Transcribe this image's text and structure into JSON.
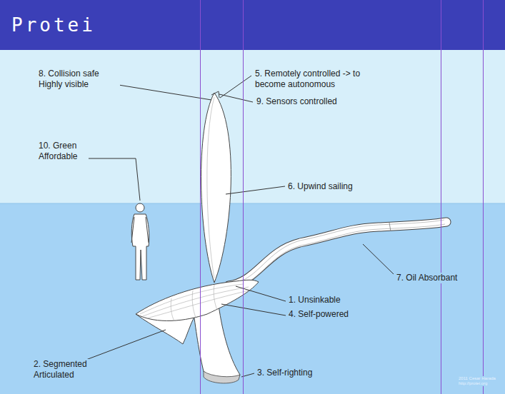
{
  "diagram": {
    "title": "Protei",
    "labels": [
      "8. Collision safe Highly visible",
      "5. Remotely controlled -> to become autonomous",
      "9. Sensors controlled",
      "10. Green Affordable",
      "6. Upwind sailing",
      "7. Oil Absorbant",
      "1. Unsinkable",
      "4. Self-powered",
      "2. Segmented Articulated",
      "3. Self-righting",
      "2011 Cesar Harada",
      "http://protei.org"
    ]
  }
}
